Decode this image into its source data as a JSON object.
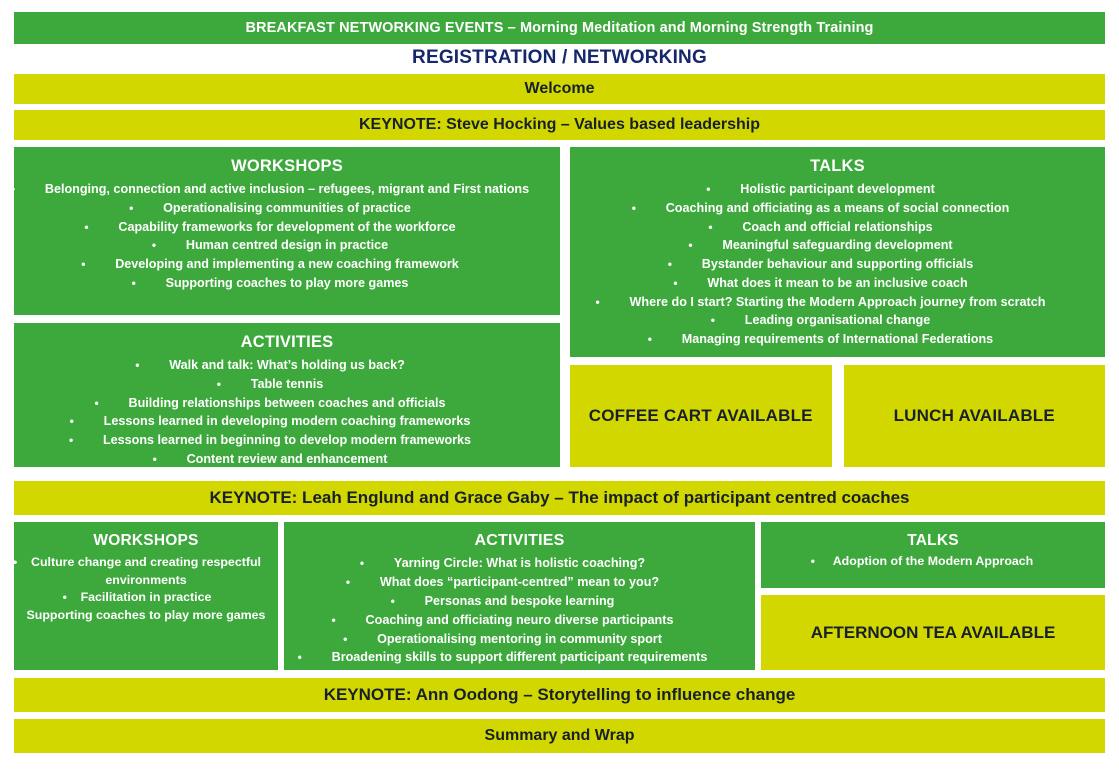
{
  "theme": {
    "green": "#3da83c",
    "yellow": "#d2d700",
    "navy": "#16286b",
    "dark_text": "#17202b",
    "white": "#ffffff"
  },
  "top": {
    "breakfast_bar": "BREAKFAST NETWORKING EVENTS – Morning Meditation and Morning Strength Training",
    "registration": "REGISTRATION / NETWORKING",
    "welcome": "Welcome",
    "keynote_morning": "KEYNOTE: Steve Hocking – Values based leadership"
  },
  "morning": {
    "workshops": {
      "title": "WORKSHOPS",
      "items": [
        "Belonging, connection and active inclusion – refugees, migrant and First nations",
        "Operationalising communities of practice",
        "Capability frameworks for development of the workforce",
        "Human centred design in practice",
        "Developing and implementing a new coaching framework",
        "Supporting coaches to play more games"
      ]
    },
    "activities": {
      "title": "ACTIVITIES",
      "items": [
        "Walk and talk: What’s holding us back?",
        "Table tennis",
        "Building relationships between coaches and officials",
        "Lessons learned in developing modern coaching frameworks",
        "Lessons learned in beginning to develop modern frameworks",
        "Content review and enhancement"
      ]
    },
    "talks": {
      "title": "TALKS",
      "items": [
        "Holistic participant development",
        "Coaching and officiating as a means of social connection",
        "Coach and official relationships",
        "Meaningful safeguarding development",
        "Bystander behaviour and supporting officials",
        "What does it mean to be an inclusive coach",
        "Where do I start? Starting the Modern Approach journey from scratch",
        "Leading organisational change",
        "Managing requirements of International Federations"
      ]
    },
    "breaks": [
      "COFFEE CART AVAILABLE",
      "LUNCH AVAILABLE"
    ]
  },
  "keynote_mid": "KEYNOTE: Leah Englund and Grace Gaby – The impact of participant centred coaches",
  "afternoon": {
    "workshops": {
      "title": "WORKSHOPS",
      "items": [
        "Culture change and creating respectful environments",
        "Facilitation in practice",
        "Supporting coaches to play more games"
      ]
    },
    "activities": {
      "title": "ACTIVITIES",
      "items": [
        "Yarning Circle: What is holistic coaching?",
        "What does “participant-centred” mean to you?",
        "Personas and bespoke learning",
        "Coaching and officiating neuro diverse participants",
        "Operationalising mentoring in community sport",
        "Broadening skills to support different participant requirements"
      ]
    },
    "talks": {
      "title": "TALKS",
      "items": [
        "Adoption of the Modern Approach"
      ]
    },
    "tea": "AFTERNOON TEA AVAILABLE"
  },
  "bottom": {
    "keynote_afternoon": "KEYNOTE: Ann Oodong – Storytelling to influence change",
    "summary": "Summary and Wrap"
  }
}
